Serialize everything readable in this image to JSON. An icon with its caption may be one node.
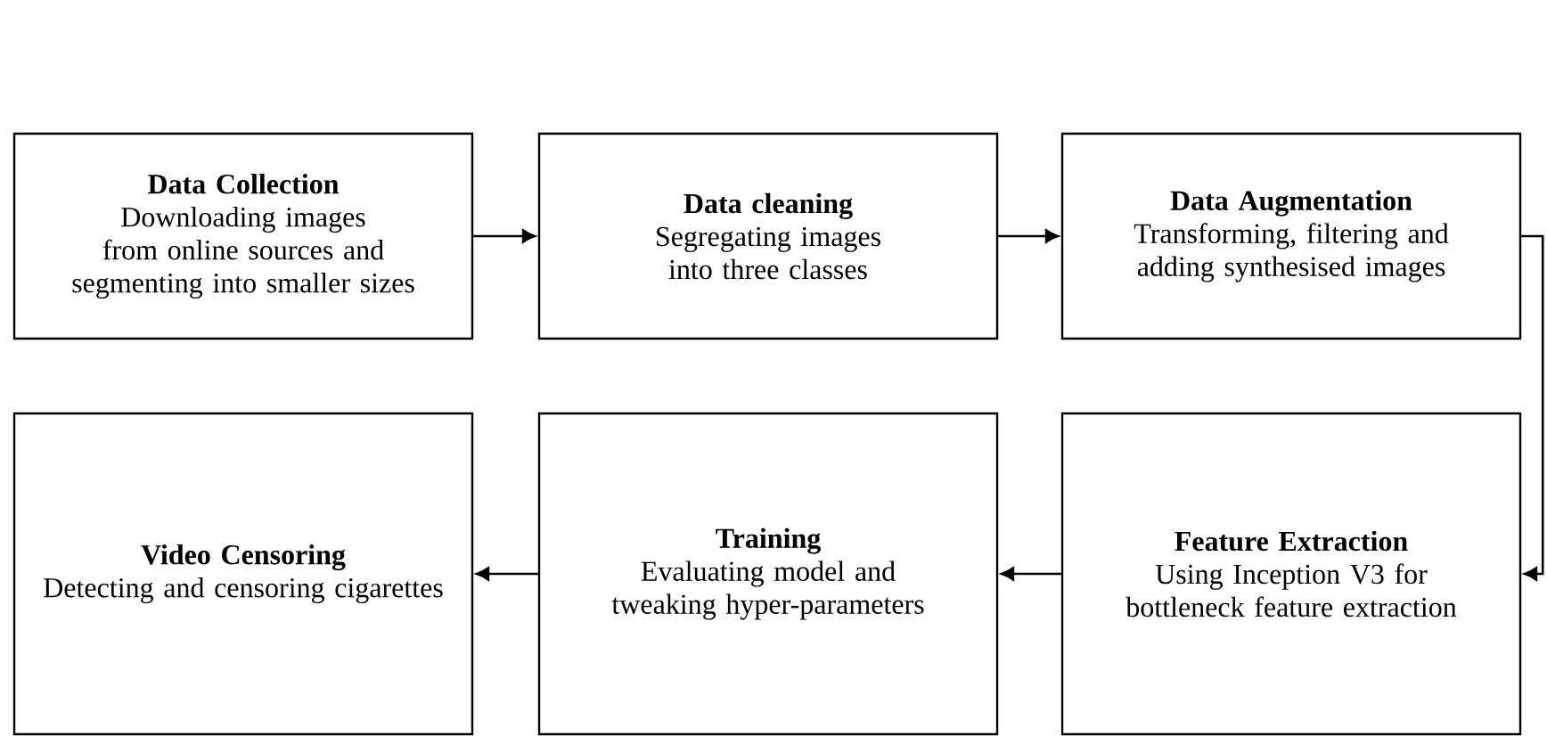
{
  "diagram": {
    "nodes": [
      {
        "text": [
          "Data Collection",
          "Downloading images from online sources and segmenting into smaller sizes"
        ]
      },
      {
        "text": [
          "Data cleaning",
          "Segregating images into three classes"
        ]
      },
      {
        "text": [
          "Data Augmentation",
          "Transforming, filtering and adding synthesised images"
        ]
      },
      {
        "text": [
          "Video Censoring",
          "Detecting and censoring cigarettes"
        ]
      },
      {
        "text": [
          "Training",
          "Evaluating model and tweaking hyper-parameters"
        ]
      },
      {
        "text": [
          "Feature Extraction",
          "Using Inception V3 for bottleneck feature extraction"
        ]
      }
    ],
    "edges": [
      {
        "from": 0,
        "to": 1,
        "arrow": "to"
      },
      {
        "from": 1,
        "to": 2,
        "arrow": "to"
      },
      {
        "from": 2,
        "to": 5,
        "arrow": "to"
      },
      {
        "from": 5,
        "to": 4,
        "arrow": "to"
      },
      {
        "from": 4,
        "to": 3,
        "arrow": "to"
      }
    ]
  }
}
